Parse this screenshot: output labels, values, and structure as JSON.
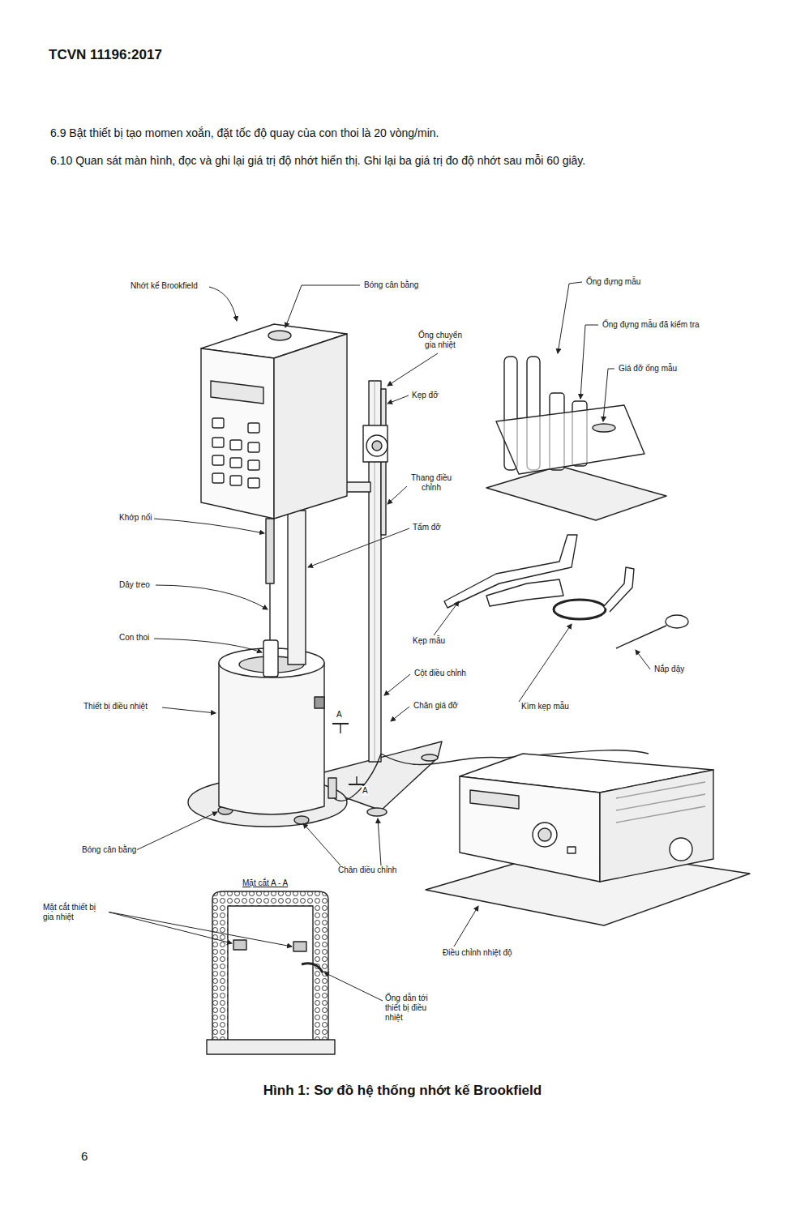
{
  "diagram": {
    "caption": "Hình 1: Sơ đồ hệ thống nhớt kế Brookfield",
    "labels": [
      "TCVN 11196:2017",
      "6.9 Bật thiết bị tạo momen xoắn, đặt tốc độ quay của con thoi là 20 vòng/min.",
      "6.10 Quan sát màn hình, đọc và ghi lại giá trị độ nhớt hiển thị. Ghi lại ba giá trị đo độ nhớt sau mỗi 60 giây.",
      "Nhớt kế Brookfield",
      "Bóng cân bằng",
      "Ống chuyển gia nhiệt",
      "Kẹp đỡ",
      "Thang điều chỉnh",
      "Tấm đỡ",
      "Ống đựng mẫu",
      "Ống đựng mẫu đã kiểm tra",
      "Giá đỡ ống mẫu",
      "Khớp nối",
      "Dây treo",
      "Kẹp mẫu",
      "Con thoi",
      "Nắp đậy",
      "Cột điều chỉnh",
      "Thiết bị điều nhiệt",
      "Chân giá đỡ",
      "Kìm kẹp mẫu",
      "A",
      "A",
      "Bóng cân bằng",
      "Chân điều chỉnh",
      "Mặt cắt A - A",
      "Mặt cắt thiết bị gia nhiệt",
      "Điều chỉnh nhiệt độ",
      "Ống dẫn tới thiết bị điều nhiệt",
      "6"
    ]
  }
}
